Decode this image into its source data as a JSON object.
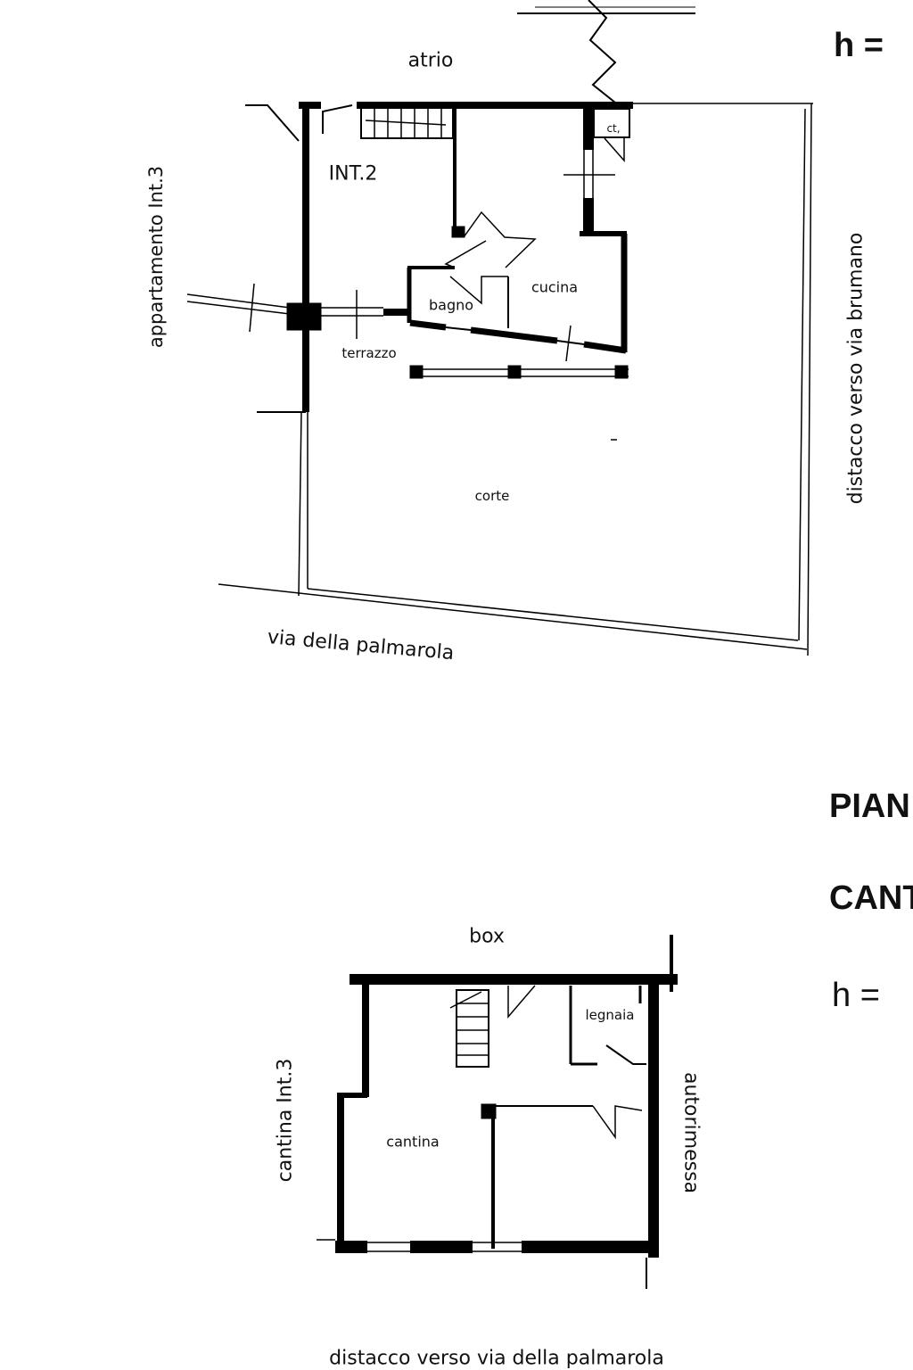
{
  "upper_plan": {
    "atrio": "atrio",
    "unit": "INT.2",
    "left_neighbor": "appartamento Int.3",
    "right_side": "distacco verso via brumano",
    "kitchen": "cucina",
    "bathroom": "bagno",
    "terrace": "terrazzo",
    "closet": "ct,",
    "court": "corte",
    "street": "via della palmarola"
  },
  "lower_plan": {
    "top": "box",
    "woodshed": "legnaia",
    "left_neighbor": "cantina Int.3",
    "cellar": "cantina",
    "right_side": "autorimessa",
    "bottom": "distacco verso via della palmarola"
  },
  "legend": {
    "h_top": "h =",
    "floor_label": "PIAN",
    "cellar_label": "CANT",
    "h_bottom": "h ="
  }
}
